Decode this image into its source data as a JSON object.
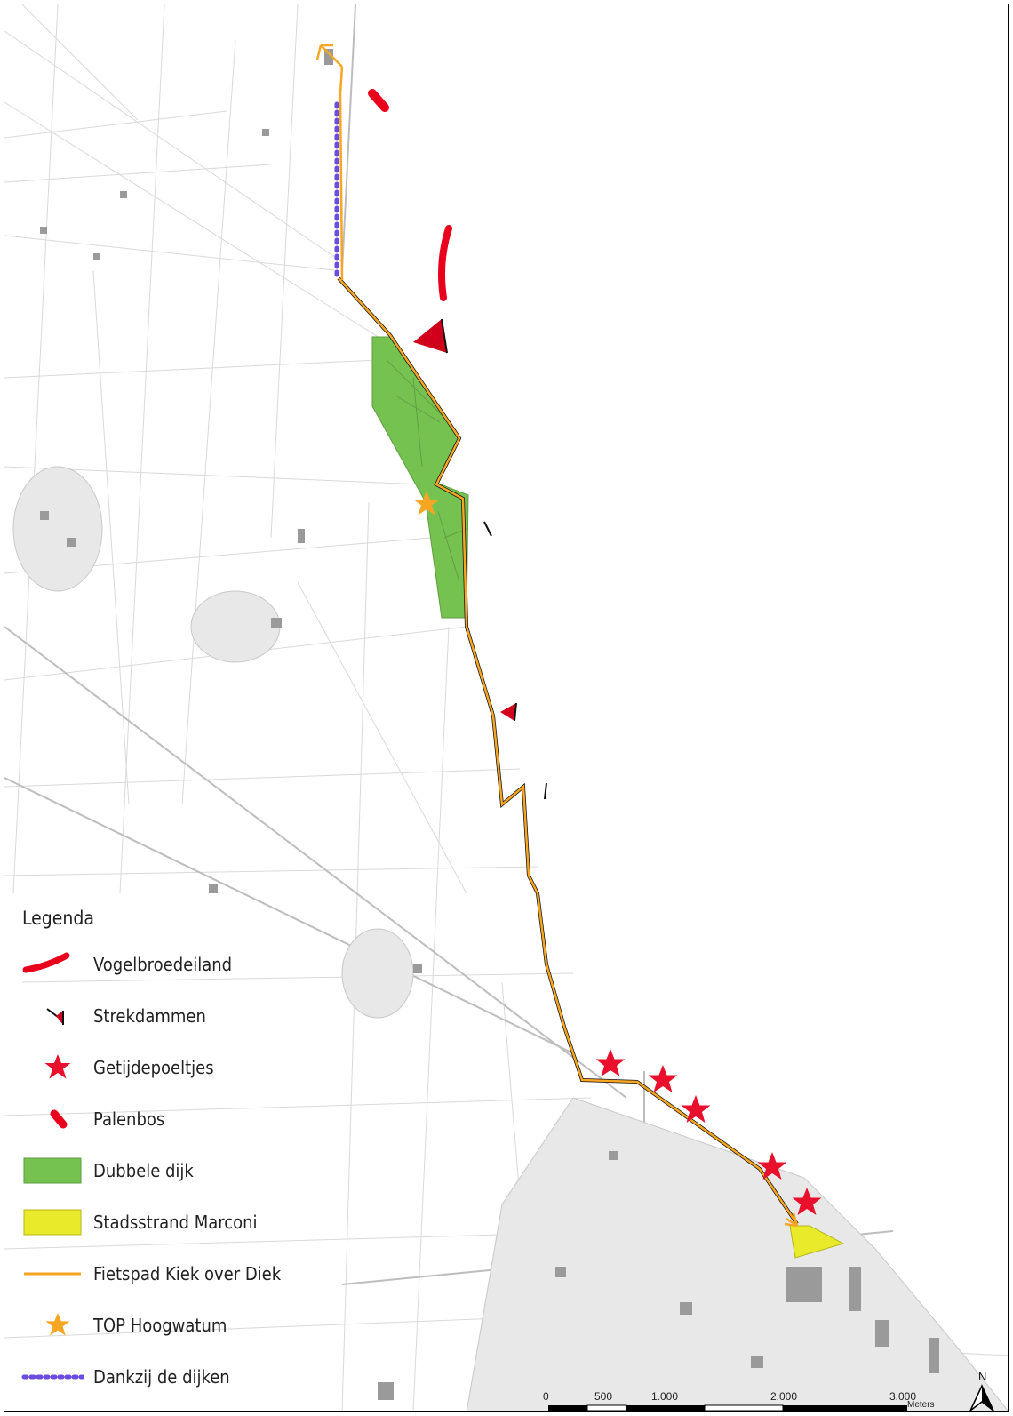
{
  "legend": {
    "title": "Legenda",
    "items": [
      {
        "label": "Vogelbroedeiland",
        "icon": "bird-island-icon",
        "color": "#e8001c"
      },
      {
        "label": "Strekdammen",
        "icon": "groyne-icon",
        "color": "#d0001c"
      },
      {
        "label": "Getijdepoeltjes",
        "icon": "star-icon",
        "color": "#e8102c"
      },
      {
        "label": "Palenbos",
        "icon": "pole-forest-icon",
        "color": "#e8001c"
      },
      {
        "label": "Dubbele dijk",
        "icon": "green-area-icon",
        "color": "#75c251"
      },
      {
        "label": "Stadsstrand Marconi",
        "icon": "yellow-area-icon",
        "color": "#e9ea2a"
      },
      {
        "label": "Fietspad Kiek over Diek",
        "icon": "orange-line-icon",
        "color": "#f6a623"
      },
      {
        "label": "TOP Hoogwatum",
        "icon": "orange-star-icon",
        "color": "#f6a623"
      },
      {
        "label": "Dankzij de dijken",
        "icon": "dotted-line-icon",
        "color": "#6a4ce0"
      }
    ]
  },
  "scale_bar": {
    "ticks": [
      "0",
      "500",
      "1.000",
      "2.000",
      "3.000"
    ],
    "unit": "Meters"
  },
  "north_arrow": {
    "label": "N"
  }
}
